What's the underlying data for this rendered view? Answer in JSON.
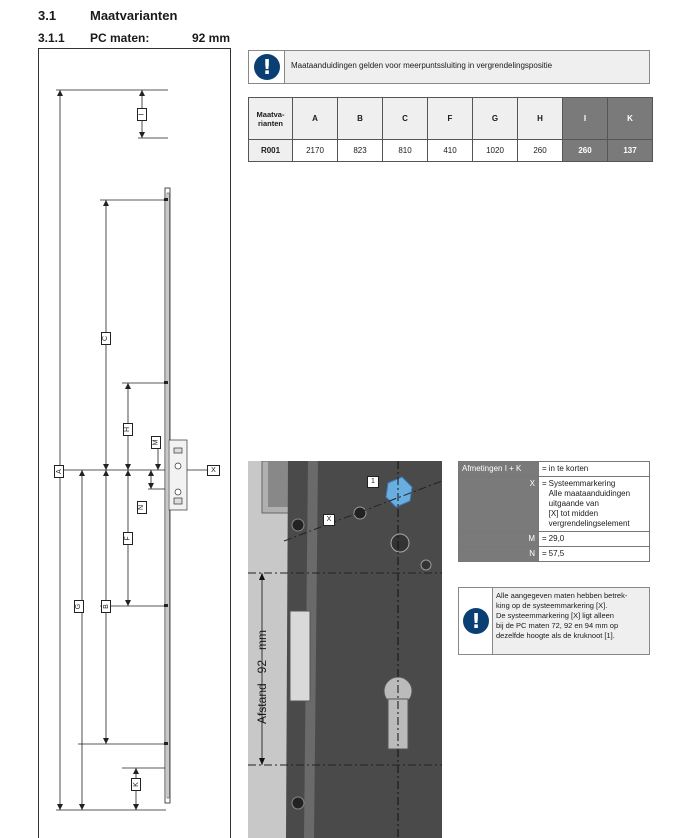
{
  "header": {
    "section_number": "3.1",
    "section_title": "Maatvarianten",
    "subsection_number": "3.1.1",
    "subsection_title": "PC maten:",
    "subsection_value": "92 mm"
  },
  "note": {
    "icon": "info-icon",
    "text": "Maataanduidingen gelden voor meerpuntssluiting in vergrendelingspositie"
  },
  "dim_table": {
    "header_first": [
      "Maatva-",
      "rianten"
    ],
    "columns": [
      "A",
      "B",
      "C",
      "F",
      "G",
      "H",
      "I",
      "K"
    ],
    "rows": [
      {
        "label": "R001",
        "values": [
          "2170",
          "823",
          "810",
          "410",
          "1020",
          "260",
          "260",
          "137"
        ]
      }
    ]
  },
  "drawing": {
    "labels": [
      "I",
      "C",
      "H",
      "M",
      "A",
      "N",
      "X",
      "F",
      "G",
      "B",
      "K"
    ]
  },
  "photo": {
    "callout_1": "1",
    "callout_x": "X",
    "vertical_text": "Afstand   92   mm"
  },
  "legend": {
    "header_key": "Afmetingen I + K",
    "header_val": "in te korten",
    "rows": [
      {
        "key": "X",
        "val": [
          "Systeemmarkering",
          "Alle maataanduidingen",
          "uitgaande van",
          "[X] tot midden",
          "vergrendelingselement"
        ]
      },
      {
        "key": "M",
        "val": [
          "29,0"
        ]
      },
      {
        "key": "N",
        "val": [
          "57,5"
        ]
      }
    ],
    "eq": "="
  },
  "note2": {
    "icon": "info-icon",
    "lines": [
      "Alle aangegeven maten hebben betrek-",
      "king op de systeemmarkering [X].",
      "De systeemmarkering [X] ligt alleen",
      "bij de PC maten 72, 92 en 94 mm op",
      "dezelfde hoogte als de kruknoot [1]."
    ]
  }
}
